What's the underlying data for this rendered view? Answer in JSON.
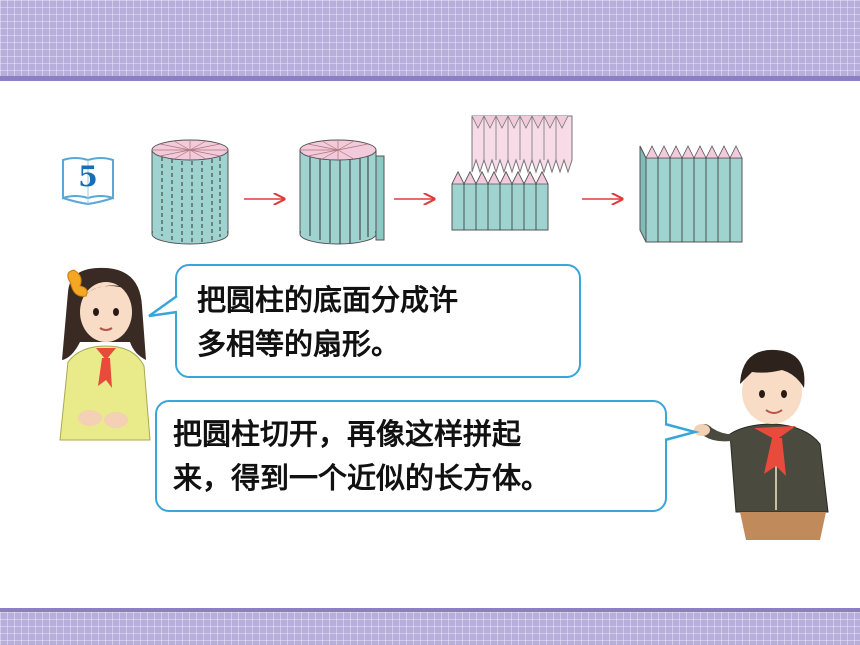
{
  "example": {
    "number": "5"
  },
  "speech": {
    "girl": {
      "line1": "把圆柱的底面分成许",
      "line2": "多相等的扇形。"
    },
    "boy": {
      "line1": "把圆柱切开，再像这样拼起",
      "line2": "来，得到一个近似的长方体。"
    }
  },
  "colors": {
    "band": "#b8aedb",
    "band_line": "#8e7fc3",
    "bubble_border": "#3aa5d8",
    "cylinder_fill": "#9fd3d0",
    "cylinder_top": "#f3c9dc",
    "arrow": "#e23a3a",
    "number": "#1a6db0"
  },
  "icons": [
    "book-badge-icon",
    "arrow-right-icon",
    "cylinder-icon",
    "girl-figure",
    "boy-figure"
  ]
}
